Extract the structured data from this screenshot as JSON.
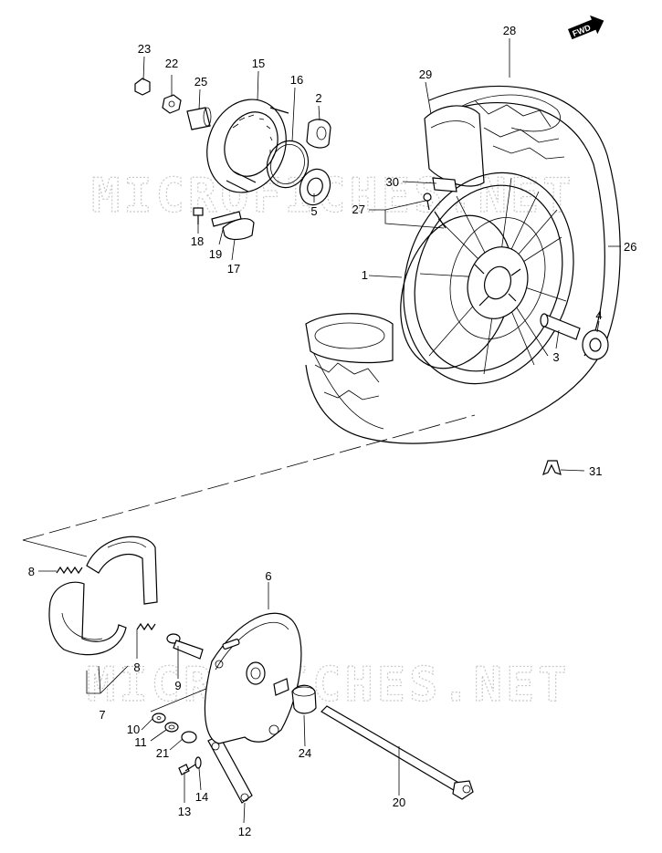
{
  "fwd_badge": "FWD",
  "watermarks": [
    "MICROFICHES.NET",
    "MICROFICHES.NET"
  ],
  "parts": [
    "1",
    "2",
    "3",
    "4",
    "5",
    "6",
    "7",
    "8",
    "8",
    "9",
    "10",
    "11",
    "12",
    "13",
    "14",
    "15",
    "16",
    "17",
    "18",
    "19",
    "20",
    "21",
    "22",
    "23",
    "24",
    "25",
    "26",
    "27",
    "28",
    "29",
    "30",
    "31"
  ],
  "colors": {
    "ink": "#000000",
    "paper": "#ffffff",
    "watermark": "#c8c8c8"
  }
}
